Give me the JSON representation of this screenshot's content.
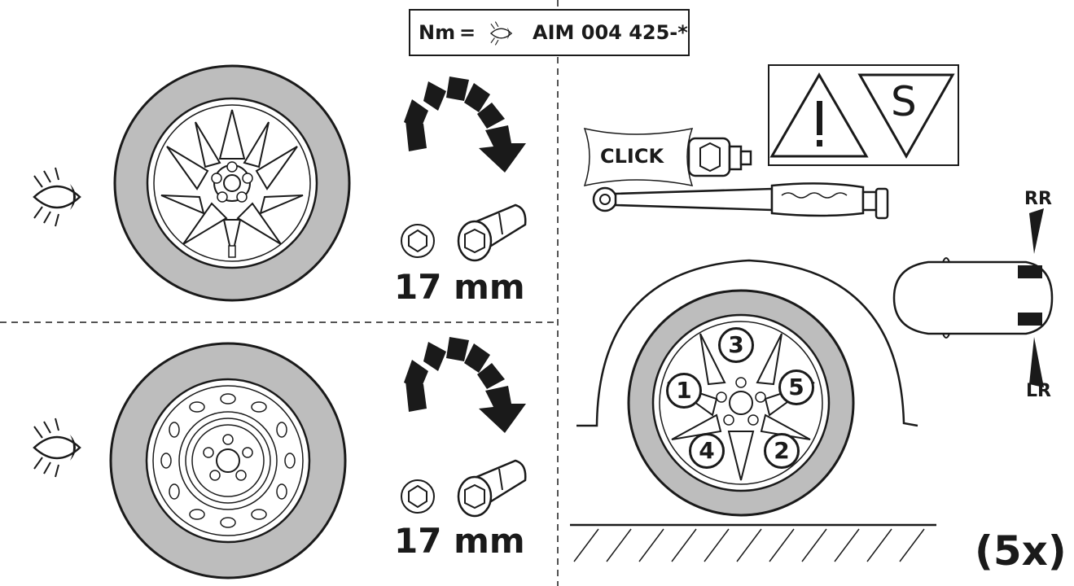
{
  "torque_spec": {
    "unit": "Nm",
    "equals": "=",
    "reference": "AIM 004 425-*",
    "icon": "eye-icon"
  },
  "top_left": {
    "wheel_type": "alloy",
    "socket_size": "17 mm",
    "rotation": "clockwise"
  },
  "bottom_left": {
    "wheel_type": "steel",
    "socket_size": "17 mm",
    "rotation": "clockwise"
  },
  "right_panel": {
    "click_label": "CLICK",
    "warning_icons": [
      "warning-triangle-icon",
      "s-triangle-icon"
    ],
    "rear_right_label": "RR",
    "left_rear_label": "LR",
    "sequence": [
      "3",
      "1",
      "5",
      "4",
      "2"
    ],
    "repeat_label": "(5x)"
  },
  "colors": {
    "ink": "#1a1a1a",
    "tire": "#bdbdbd",
    "background": "#ffffff"
  }
}
